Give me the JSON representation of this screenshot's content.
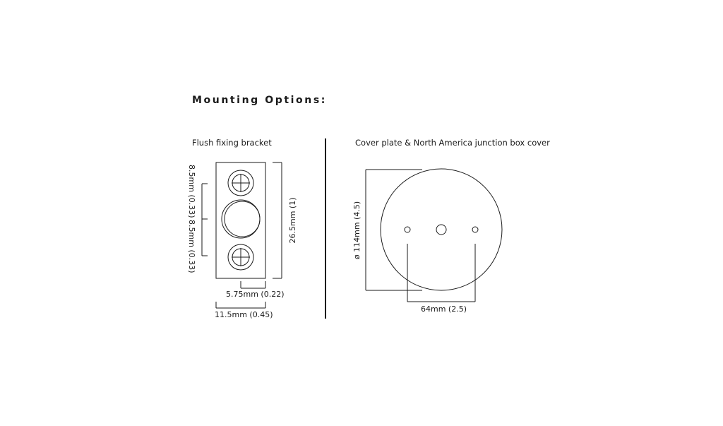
{
  "heading": "Mounting Options:",
  "bracket": {
    "title": "Flush fixing bracket",
    "dim_top_spacing": "8.5mm (0.33)",
    "dim_bottom_spacing": "8.5mm (0.33)",
    "dim_height": "26.5mm (1)",
    "dim_half_width": "5.75mm (0.22)",
    "dim_width": "11.5mm (0.45)"
  },
  "cover": {
    "title": "Cover plate & North America junction box cover",
    "dim_diameter": "ø 114mm (4.5)",
    "dim_hole_spacing": "64mm (2.5)"
  }
}
